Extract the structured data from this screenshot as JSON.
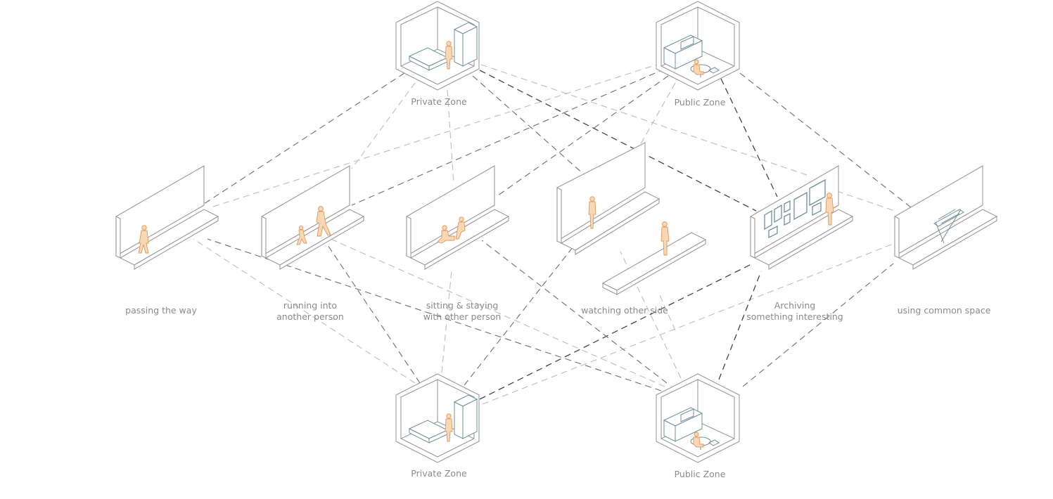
{
  "zones": {
    "private_top": {
      "label": "Private Zone"
    },
    "public_top": {
      "label": "Public Zone"
    },
    "private_bottom": {
      "label": "Private Zone"
    },
    "public_bottom": {
      "label": "Public Zone"
    }
  },
  "activities": [
    {
      "id": "passing",
      "lines": [
        "passing the way"
      ]
    },
    {
      "id": "running",
      "lines": [
        "running into",
        "another person"
      ]
    },
    {
      "id": "sitting",
      "lines": [
        "sitting & staying",
        "with other person"
      ]
    },
    {
      "id": "watching",
      "lines": [
        "watching other side"
      ]
    },
    {
      "id": "archiving",
      "lines": [
        "Archiving",
        "something interesting"
      ]
    },
    {
      "id": "common",
      "lines": [
        "using common space"
      ]
    }
  ],
  "colors": {
    "line_gray": "#9a9a9a",
    "furniture": "#6f8f9b",
    "figure": "#e0995a",
    "label": "#8a8a8a"
  }
}
